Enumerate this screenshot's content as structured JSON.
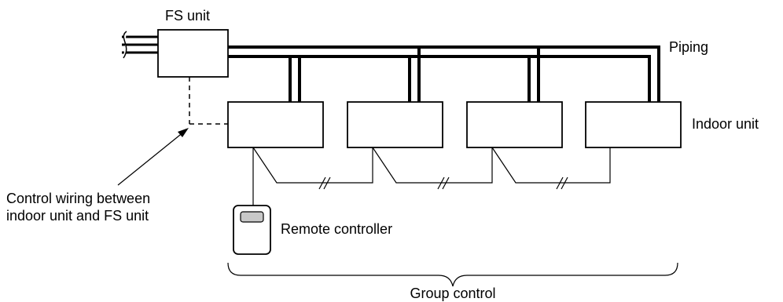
{
  "labels": {
    "fs_unit": "FS unit",
    "piping": "Piping",
    "indoor_unit": "Indoor unit",
    "control_wiring_line1": "Control wiring between",
    "control_wiring_line2": "indoor unit and FS unit",
    "remote_controller": "Remote controller",
    "group_control": "Group control"
  },
  "indoor_unit_count": 4,
  "colors": {
    "stroke": "#000000",
    "background": "#ffffff",
    "controller_screen": "#c8c8c8"
  }
}
